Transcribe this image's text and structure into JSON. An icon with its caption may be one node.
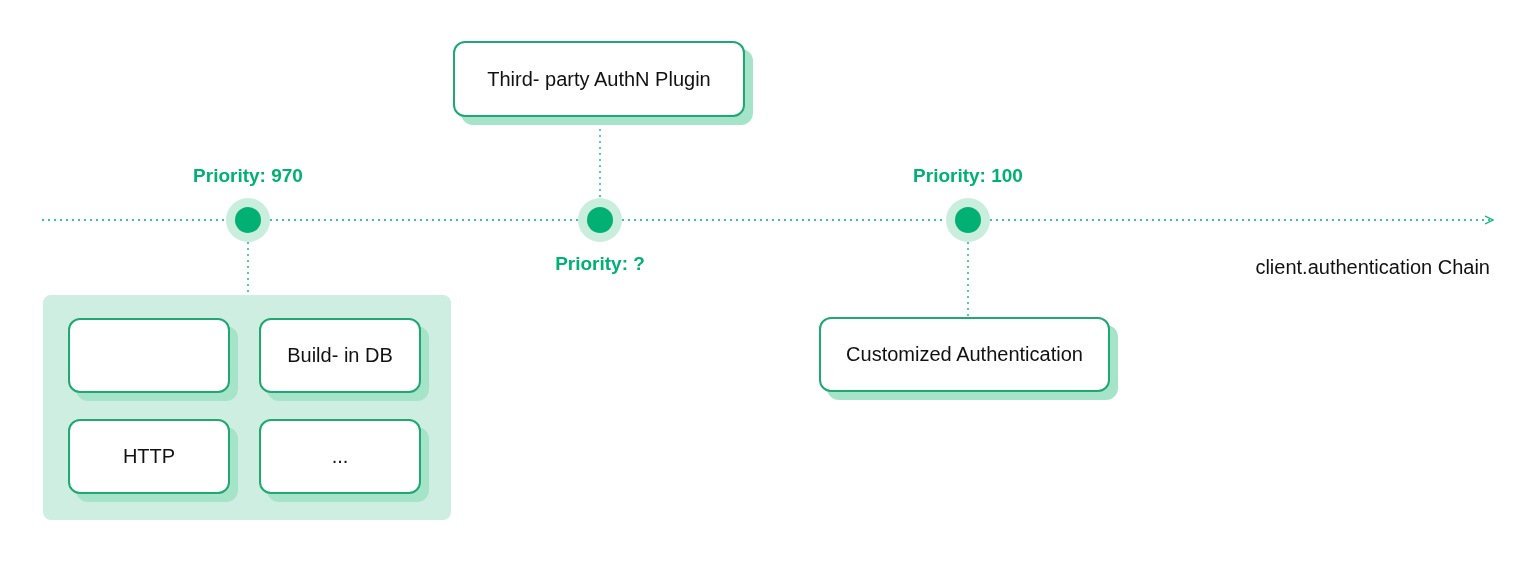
{
  "diagram": {
    "nodes": [
      {
        "text": [
          "Third- party AuthN Plugin"
        ]
      },
      {
        "text": [],
        "shape": "circle",
        "beside": [
          "Priority: 970"
        ]
      },
      {
        "text": [],
        "shape": "circle",
        "beside": [
          "Priority: ?"
        ]
      },
      {
        "text": [],
        "shape": "circle",
        "beside": [
          "Priority: 100"
        ]
      },
      {
        "text": [],
        "shape": "box"
      },
      {
        "text": [],
        "shape": "box",
        "in": 4
      },
      {
        "text": [
          "Build- in DB"
        ],
        "in": 4
      },
      {
        "text": [
          "HTTP"
        ],
        "in": 4
      },
      {
        "text": [
          "..."
        ],
        "in": 4
      },
      {
        "text": [
          "Customized Authentication"
        ]
      }
    ],
    "edges": [
      {
        "from": null,
        "to": 1,
        "arrow": "none",
        "style": "dashed"
      },
      {
        "from": 1,
        "to": 2,
        "arrow": "none",
        "style": "dashed"
      },
      {
        "from": 2,
        "to": 3,
        "arrow": "none",
        "style": "dashed"
      },
      {
        "from": 3,
        "to": null,
        "arrow": "to",
        "style": "dashed"
      },
      {
        "from": 0,
        "to": 2,
        "arrow": "none",
        "style": "dashed"
      },
      {
        "from": 1,
        "to": 4,
        "arrow": "none",
        "style": "dashed"
      },
      {
        "from": 3,
        "to": 9,
        "arrow": "none",
        "style": "dashed"
      }
    ],
    "labels": [
      "client.authentication Chain"
    ]
  }
}
